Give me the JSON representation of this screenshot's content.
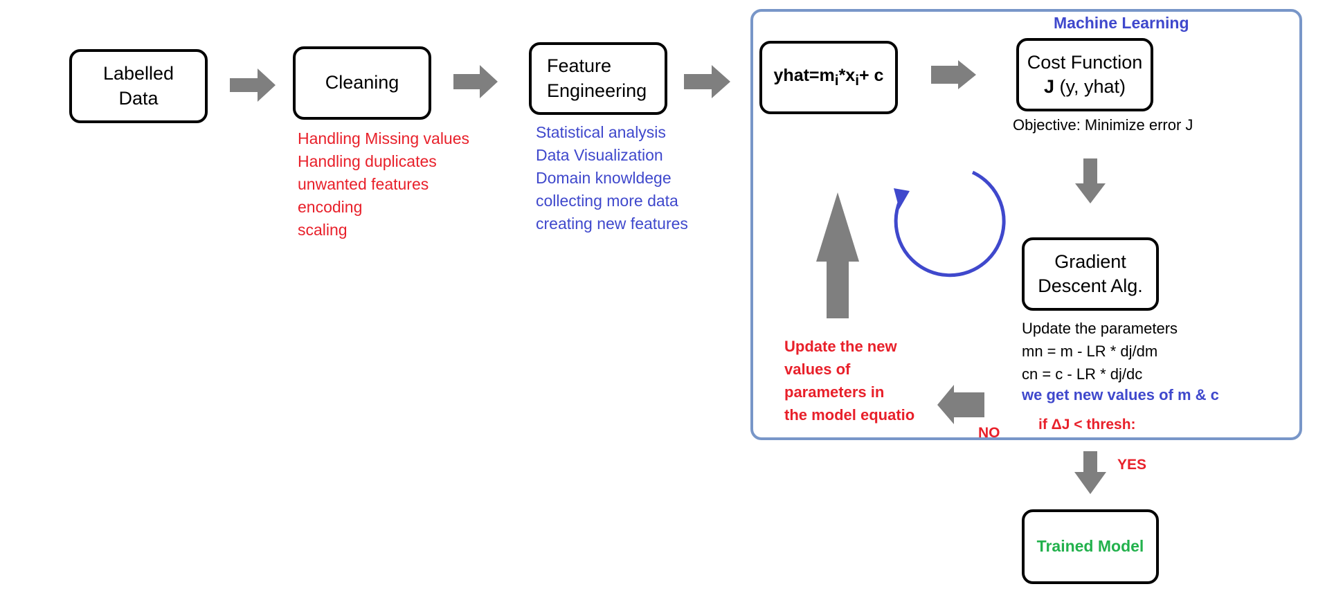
{
  "colors": {
    "arrow": "#7f7f7f",
    "box_border": "#000000",
    "frame_border": "#7896c8",
    "red": "#e8202a",
    "blue": "#3f48cc",
    "green": "#22b14c"
  },
  "nodes": {
    "labelled_data": "Labelled\nData",
    "cleaning": "Cleaning",
    "feature_engineering": "Feature\nEngineering",
    "model_equation": {
      "main": "yhat=m",
      "star": "*",
      "x": "x",
      "sub_i": "i",
      "tail": "+ c"
    },
    "cost_function": {
      "line1": "Cost Function",
      "j": "J",
      "args": " (y, yhat)"
    },
    "gradient_descent": "Gradient\nDescent Alg.",
    "trained_model": "Trained Model"
  },
  "machine_learning_title": "Machine Learning",
  "cleaning_notes": [
    "Handling Missing values",
    "Handling duplicates",
    "unwanted features",
    "encoding",
    "scaling"
  ],
  "feature_notes": [
    "Statistical analysis",
    "Data Visualization",
    "Domain knowldege",
    "collecting more data",
    "creating new features"
  ],
  "objective_text": "Objective: Minimize error J",
  "gradient_notes": [
    "Update the parameters",
    "mn = m - LR * dj/dm",
    "cn = c - LR * dj/dc"
  ],
  "new_values_text": "we get new values of m & c",
  "condition": {
    "prefix": "if  ",
    "delta": "Δ",
    "suffix": "J < thresh:"
  },
  "update_notes": [
    "Update the new",
    "values of",
    "parameters in",
    "the model equatio"
  ],
  "no_label": "NO",
  "yes_label": "YES"
}
